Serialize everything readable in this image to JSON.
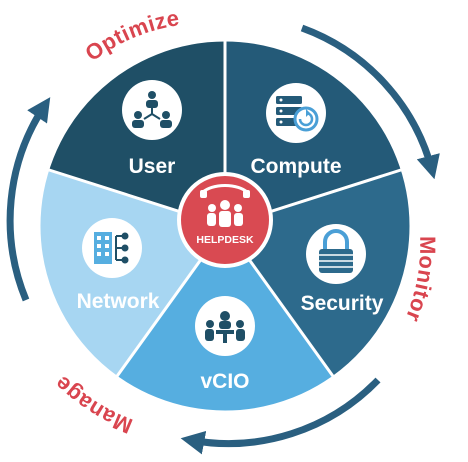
{
  "center": {
    "label": "HELPDESK",
    "icon": "helpdesk-team-icon",
    "color": "#d94a52"
  },
  "segments": [
    {
      "label": "User",
      "icon": "user-network-icon",
      "color": "#1f4f66"
    },
    {
      "label": "Compute",
      "icon": "server-sync-icon",
      "color": "#245a78"
    },
    {
      "label": "Security",
      "icon": "padlock-icon",
      "color": "#2d6a8c"
    },
    {
      "label": "vCIO",
      "icon": "meeting-icon",
      "color": "#56aee0"
    },
    {
      "label": "Network",
      "icon": "building-network-icon",
      "color": "#a7d6f2"
    }
  ],
  "cycle": {
    "labels": [
      "Optimize",
      "Monitor",
      "Manage"
    ],
    "label_color": "#d9454f",
    "arrow_color": "#2a5f80"
  }
}
